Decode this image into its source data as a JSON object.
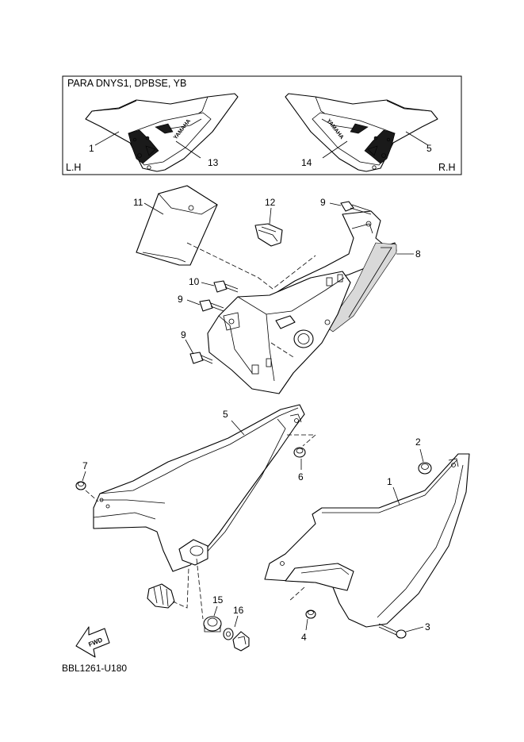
{
  "inset": {
    "title": "PARA DNYS1, DPBSE, YB",
    "left_side": "L.H",
    "right_side": "R.H",
    "decal_brand": "YAMAHA"
  },
  "callouts": {
    "inset_1": "1",
    "inset_13": "13",
    "inset_14": "14",
    "inset_5": "5",
    "c11": "11",
    "c12": "12",
    "c9a": "9",
    "c8": "8",
    "c10": "10",
    "c9b": "9",
    "c9c": "9",
    "c5": "5",
    "c6": "6",
    "c7": "7",
    "c2": "2",
    "c1": "1",
    "c15": "15",
    "c16": "16",
    "c4": "4",
    "c3": "3"
  },
  "fwd_label": "FWD",
  "diagram_code": "BBL1261-U180"
}
